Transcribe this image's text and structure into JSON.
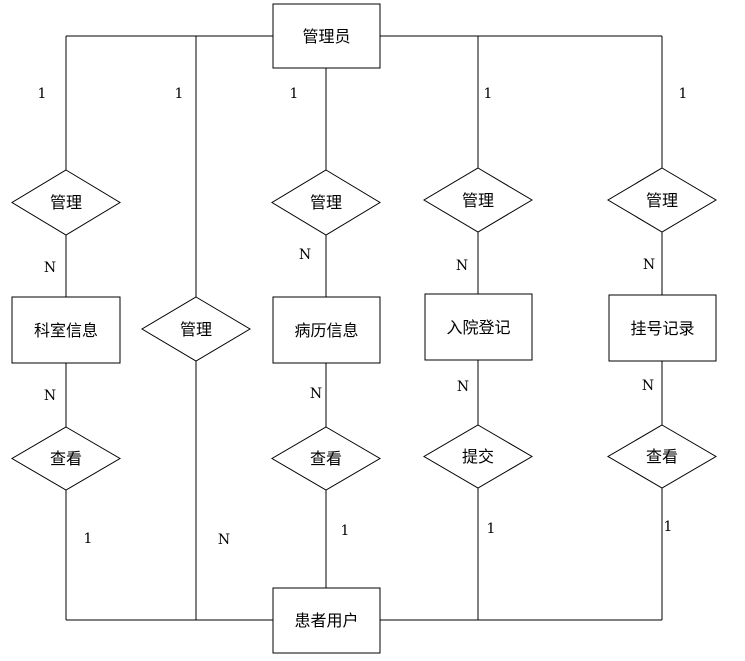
{
  "entities": {
    "admin": "管理员",
    "dept": "科室信息",
    "record": "病历信息",
    "admission": "入院登记",
    "register": "挂号记录",
    "patient": "患者用户"
  },
  "relationships": {
    "r_dept": "管理",
    "r_patient": "管理",
    "r_record": "管理",
    "r_admission": "管理",
    "r_register": "管理",
    "v_dept": "查看",
    "v_record": "查看",
    "s_admission": "提交",
    "v_register": "查看"
  },
  "cardinalities": {
    "dept_top": "1",
    "patient_top": "1",
    "record_top": "1",
    "admission_top": "1",
    "register_top": "1",
    "dept_mid": "N",
    "record_mid": "N",
    "admission_mid": "N",
    "register_mid": "N",
    "dept_low": "N",
    "record_low": "N",
    "admission_low": "N",
    "register_low": "N",
    "dept_bottom": "1",
    "patient_bottom": "N",
    "record_bottom": "1",
    "admission_bottom": "1",
    "register_bottom": "1"
  }
}
